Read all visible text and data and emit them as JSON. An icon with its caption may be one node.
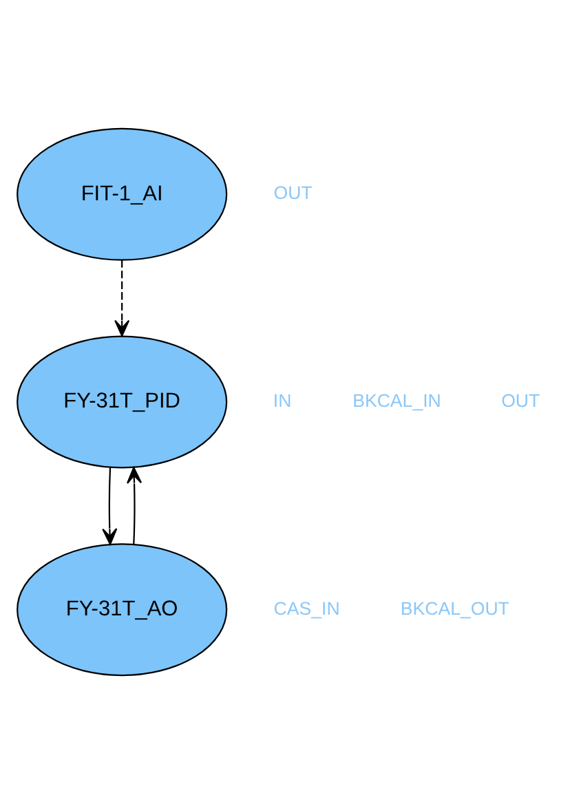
{
  "diagram": {
    "nodes": [
      {
        "text": [
          "FIT-1_AI"
        ]
      },
      {
        "text": [
          "FY-31T_PID"
        ]
      },
      {
        "text": [
          "FY-31T_AO"
        ]
      }
    ],
    "edges": [
      {
        "from": 0,
        "to": 1,
        "arrow": "to",
        "style": "dashed"
      },
      {
        "from": 1,
        "to": 2,
        "arrow": "to"
      },
      {
        "from": 2,
        "to": 1,
        "arrow": "to"
      }
    ],
    "labels": [
      "OUT",
      "IN",
      "BKCAL_IN",
      "OUT",
      "CAS_IN",
      "BKCAL_OUT"
    ]
  }
}
